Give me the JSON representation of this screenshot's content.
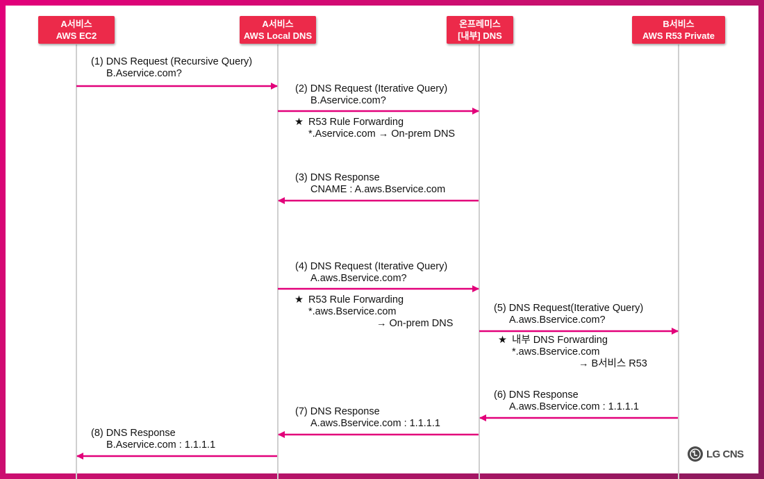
{
  "colors": {
    "accent": "#e2007a",
    "actor_box": "#ec2a4a",
    "lifeline": "#cfcfcf"
  },
  "actors": [
    {
      "line1": "A서비스",
      "line2": "AWS EC2"
    },
    {
      "line1": "A서비스",
      "line2": "AWS Local DNS"
    },
    {
      "line1": "온프레미스",
      "line2": "[내부] DNS"
    },
    {
      "line1": "B서비스",
      "line2": "AWS R53 Private"
    }
  ],
  "messages": [
    {
      "label": "(1) DNS Request (Recursive Query)",
      "detail": "B.Aservice.com?",
      "from": 0,
      "to": 1
    },
    {
      "label": "(2) DNS Request (Iterative Query)",
      "detail": "B.Aservice.com?",
      "from": 1,
      "to": 2
    },
    {
      "label": "(3) DNS Response",
      "detail": "CNAME : A.aws.Bservice.com",
      "from": 2,
      "to": 1
    },
    {
      "label": "(4) DNS Request (Iterative Query)",
      "detail": "A.aws.Bservice.com?",
      "from": 1,
      "to": 2
    },
    {
      "label": "(5) DNS Request(Iterative Query)",
      "detail": "A.aws.Bservice.com?",
      "from": 2,
      "to": 3
    },
    {
      "label": "(6) DNS Response",
      "detail": "A.aws.Bservice.com : 1.1.1.1",
      "from": 3,
      "to": 2
    },
    {
      "label": "(7) DNS Response",
      "detail": "A.aws.Bservice.com : 1.1.1.1",
      "from": 2,
      "to": 1
    },
    {
      "label": "(8) DNS Response",
      "detail": "B.Aservice.com : 1.1.1.1",
      "from": 1,
      "to": 0
    }
  ],
  "notes": [
    {
      "star": "★",
      "title": "R53 Rule Forwarding",
      "line2": "*.Aservice.com → On-prem DNS"
    },
    {
      "star": "★",
      "title": "R53 Rule Forwarding",
      "line2": "*.aws.Bservice.com",
      "line3": "→ On-prem DNS"
    },
    {
      "star": "★",
      "title": "내부 DNS Forwarding",
      "line2": "*.aws.Bservice.com",
      "line3": "→ B서비스 R53"
    }
  ],
  "logo": {
    "text": "LG CNS"
  }
}
